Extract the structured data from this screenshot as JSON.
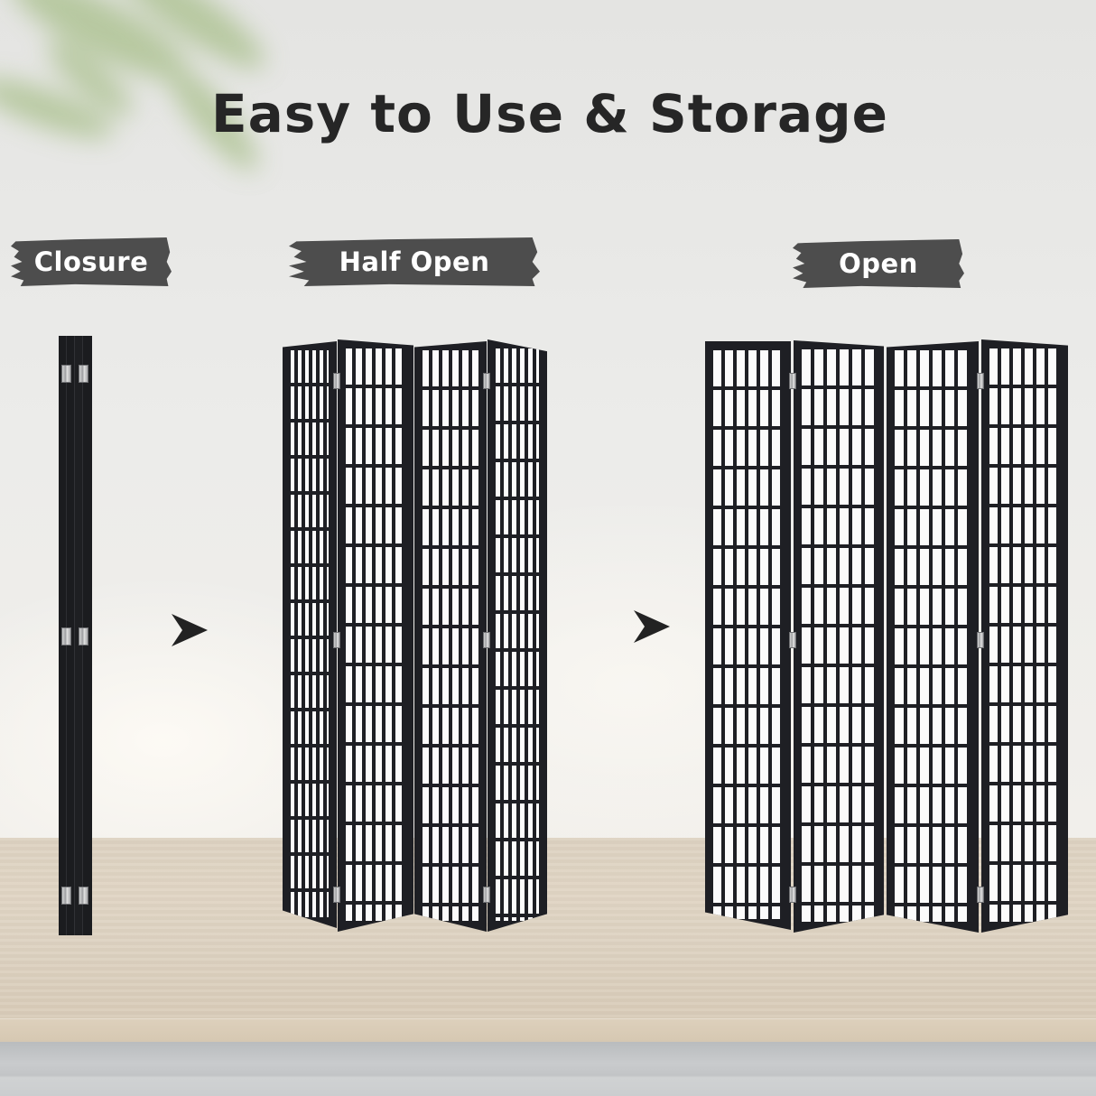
{
  "title": "Easy to Use & Storage",
  "stages": [
    {
      "label": "Closure",
      "state": "closed",
      "panel_count": 4
    },
    {
      "label": "Half Open",
      "state": "half-open",
      "panel_count": 4
    },
    {
      "label": "Open",
      "state": "open",
      "panel_count": 4
    }
  ],
  "icons": {
    "arrow_1": "arrow-right-icon",
    "arrow_2": "arrow-right-icon"
  },
  "colors": {
    "label_background": "#4d4d4d",
    "label_text": "#ffffff",
    "title_text": "#262626",
    "frame": "#1e1f24",
    "paper": "#fbfbfb",
    "floor": "#ddd2c1",
    "wall": "#ececea"
  }
}
